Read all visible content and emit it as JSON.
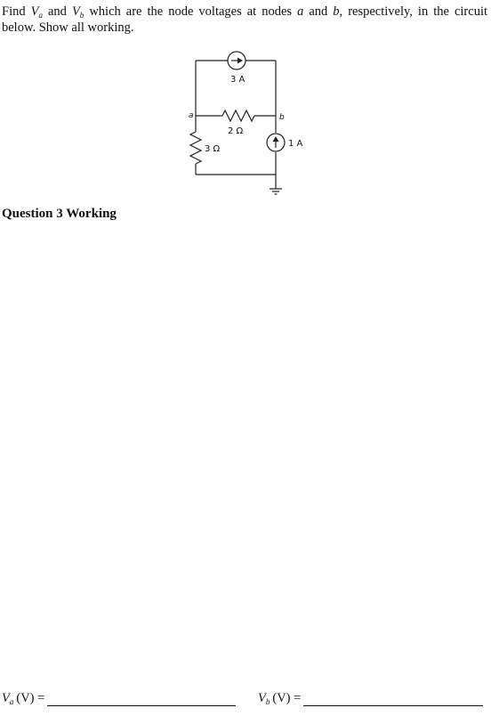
{
  "question": {
    "find": "Find",
    "va_symbol": "V",
    "va_sub": "a",
    "and1": "and",
    "vb_symbol": "V",
    "vb_sub": "b",
    "rest1": "which are the node voltages at nodes",
    "node_a": "a",
    "and2": "and",
    "node_b": "b",
    "rest2": ", respectively, in the circuit below. Show all working."
  },
  "circuit": {
    "source_top": "3 A",
    "resistor_middle": "2 Ω",
    "resistor_left": "3 Ω",
    "source_right": "1 A",
    "node_a_label": "a",
    "node_b_label": "b"
  },
  "working_heading": "Question 3 Working",
  "answers": {
    "va_symbol": "V",
    "va_sub": "a",
    "va_unit": "(V) =",
    "vb_symbol": "V",
    "vb_sub": "b",
    "vb_unit": "(V) ="
  }
}
